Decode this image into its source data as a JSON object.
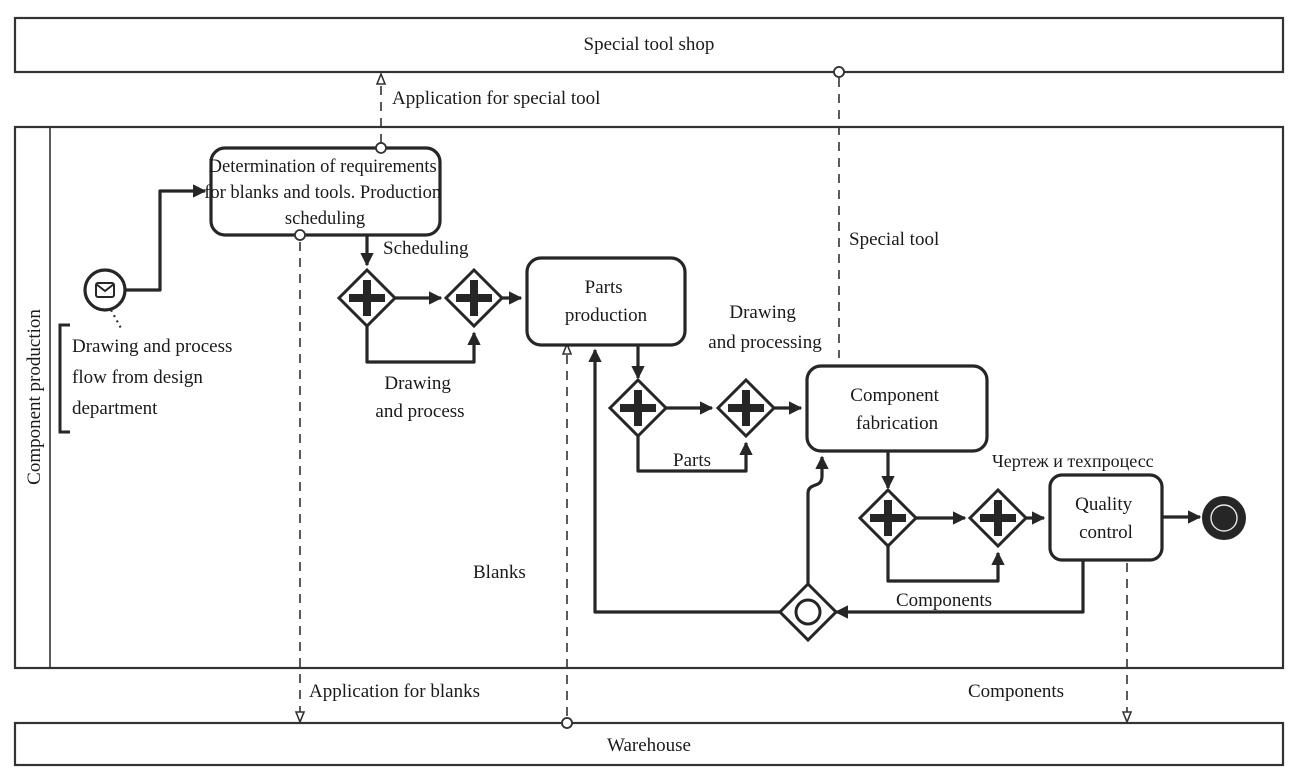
{
  "pools": {
    "top": {
      "label": "Special tool shop"
    },
    "main": {
      "label": "Component production"
    },
    "bottom": {
      "label": "Warehouse"
    }
  },
  "start_event": {
    "type": "message-start-event",
    "icon": "envelope-icon"
  },
  "annotation": {
    "lines": [
      "Drawing and process",
      "flow from design",
      "department"
    ]
  },
  "tasks": [
    {
      "id": "task-determination",
      "lines": [
        "Determination of requirements",
        "for blanks and tools. Production",
        "scheduling"
      ]
    },
    {
      "id": "task-parts-production",
      "lines": [
        "Parts",
        "production"
      ]
    },
    {
      "id": "task-component-fabrication",
      "lines": [
        "Component",
        "fabrication"
      ]
    },
    {
      "id": "task-quality-control",
      "lines": [
        "Quality",
        "control"
      ]
    }
  ],
  "gateways": [
    {
      "type": "parallel",
      "symbol": "plus"
    },
    {
      "type": "parallel",
      "symbol": "plus"
    },
    {
      "type": "parallel",
      "symbol": "plus"
    },
    {
      "type": "parallel",
      "symbol": "plus"
    },
    {
      "type": "parallel",
      "symbol": "plus"
    },
    {
      "type": "parallel",
      "symbol": "plus"
    },
    {
      "type": "inclusive",
      "symbol": "circle"
    }
  ],
  "end_event": {
    "type": "end-event"
  },
  "flow_labels": {
    "scheduling": "Scheduling",
    "drawing_and_process": [
      "Drawing",
      "and process"
    ],
    "drawing_and_processing": [
      "Drawing",
      "and processing"
    ],
    "parts": "Parts",
    "components_inner": "Components",
    "russian_label": "Чертеж и техпроцесс"
  },
  "message_labels": {
    "application_special_tool": "Application for special tool",
    "special_tool": "Special tool",
    "blanks": "Blanks",
    "application_blanks": "Application for blanks",
    "components_out": "Components"
  }
}
